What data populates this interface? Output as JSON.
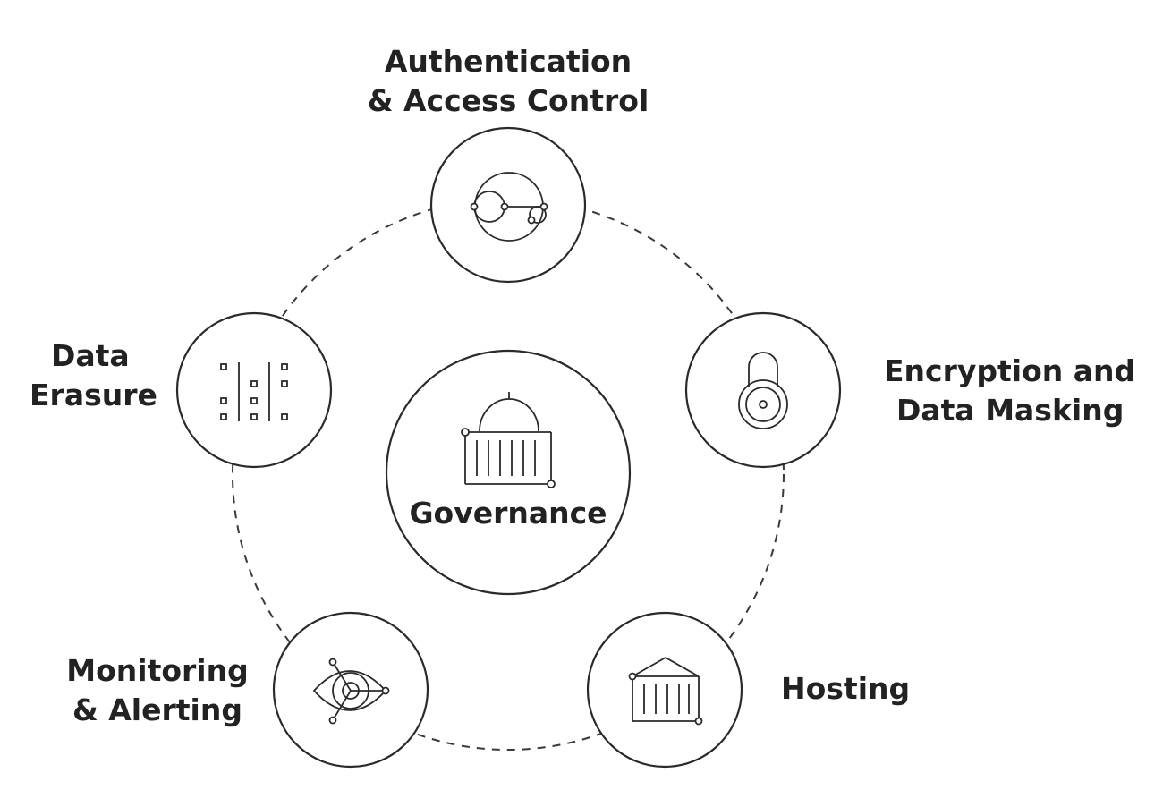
{
  "center": {
    "label": "Governance",
    "icon": "government-building-icon"
  },
  "nodes": [
    {
      "id": "authentication",
      "label_lines": [
        "Authentication",
        "& Access Control"
      ],
      "icon": "key-icon"
    },
    {
      "id": "encryption",
      "label_lines": [
        "Encryption and",
        "Data Masking"
      ],
      "icon": "padlock-icon"
    },
    {
      "id": "hosting",
      "label_lines": [
        "Hosting"
      ],
      "icon": "data-center-icon"
    },
    {
      "id": "monitoring",
      "label_lines": [
        "Monitoring",
        "& Alerting"
      ],
      "icon": "eye-icon"
    },
    {
      "id": "erasure",
      "label_lines": [
        "Data",
        "Erasure"
      ],
      "icon": "data-grid-icon"
    }
  ],
  "colors": {
    "stroke": "#2a2a2a",
    "text": "#222222",
    "background": "#ffffff"
  }
}
